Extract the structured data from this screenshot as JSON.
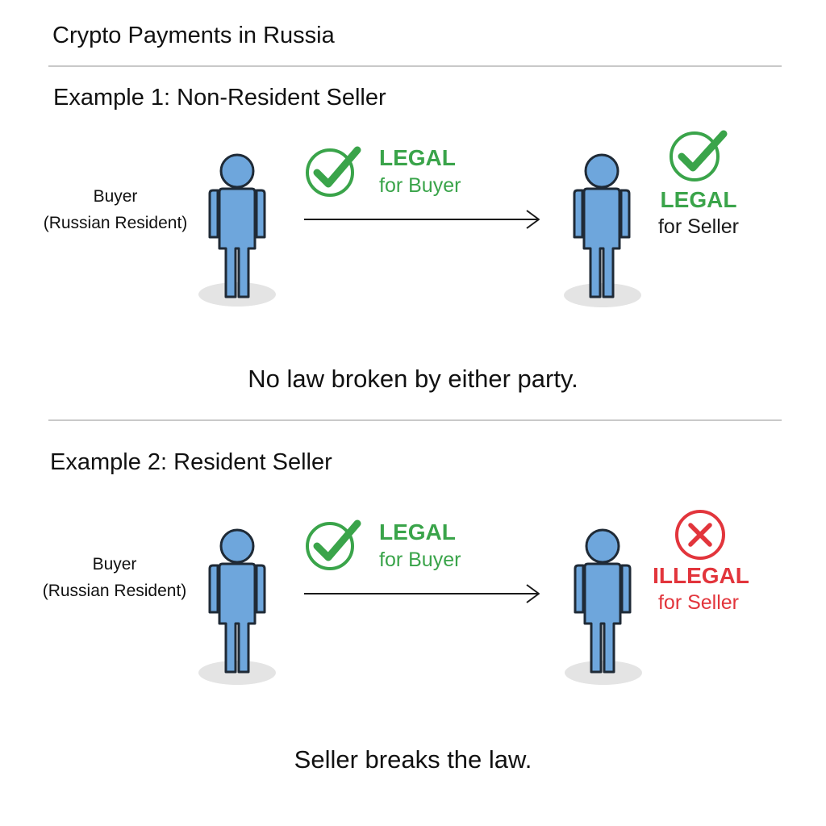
{
  "page": {
    "title": "Crypto Payments in Russia"
  },
  "examples": [
    {
      "title": "Example 1: Non-Resident Seller",
      "buyer": {
        "line1": "Buyer",
        "line2": "(Russian Resident)"
      },
      "buyer_status": {
        "main": "LEGAL",
        "sub": "for Buyer",
        "icon": "check-circle-icon",
        "color": "#3aa44a"
      },
      "seller_status": {
        "main": "LEGAL",
        "sub": "for Seller",
        "icon": "check-circle-icon",
        "color": "#3aa44a"
      },
      "summary": "No law broken by either party."
    },
    {
      "title": "Example 2: Resident Seller",
      "buyer": {
        "line1": "Buyer",
        "line2": "(Russian Resident)"
      },
      "buyer_status": {
        "main": "LEGAL",
        "sub": "for Buyer",
        "icon": "check-circle-icon",
        "color": "#3aa44a"
      },
      "seller_status": {
        "main": "ILLEGAL",
        "sub": "for Seller",
        "icon": "x-circle-icon",
        "color": "#e2353c"
      },
      "summary": "Seller breaks the law."
    }
  ],
  "colors": {
    "person_fill": "#6ea6dc",
    "person_stroke": "#1f2a36",
    "legal": "#3aa44a",
    "illegal": "#e2353c",
    "divider": "#c9c9c9"
  }
}
